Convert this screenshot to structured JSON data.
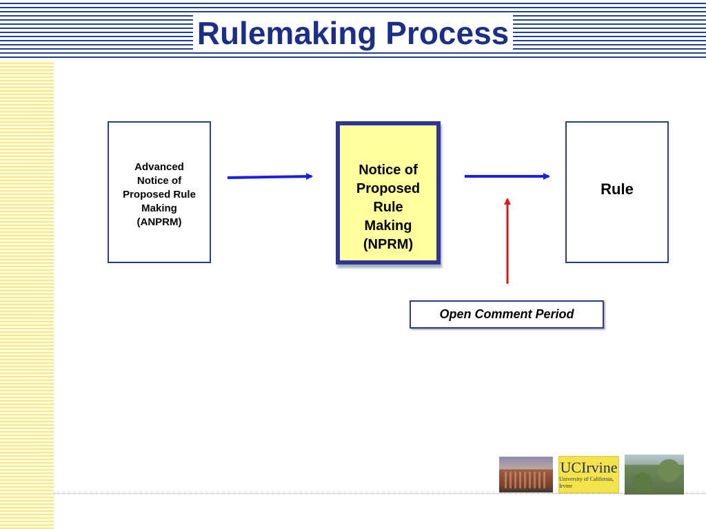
{
  "slide": {
    "title": "Rulemaking Process"
  },
  "diagram": {
    "nodes": {
      "anprm": "Advanced\nNotice of\nProposed Rule\nMaking\n(ANPRM)",
      "nprm": "Notice of\nProposed\nRule\nMaking\n(NPRM)",
      "rule": "Rule",
      "comment": "Open Comment Period"
    },
    "edges": [
      {
        "from": "anprm",
        "to": "nprm",
        "color": "#1a1fe0"
      },
      {
        "from": "nprm",
        "to": "rule",
        "color": "#1a1fe0"
      },
      {
        "from": "comment",
        "to": "nprm-rule-arrow",
        "color": "#e0141a"
      }
    ]
  },
  "footer": {
    "logo_main": "UCIrvine",
    "logo_sub": "University of California, Irvine"
  },
  "colors": {
    "title": "#1c2f86",
    "node_border": "#2b3a8c",
    "highlight_fill": "#ffff9e"
  }
}
